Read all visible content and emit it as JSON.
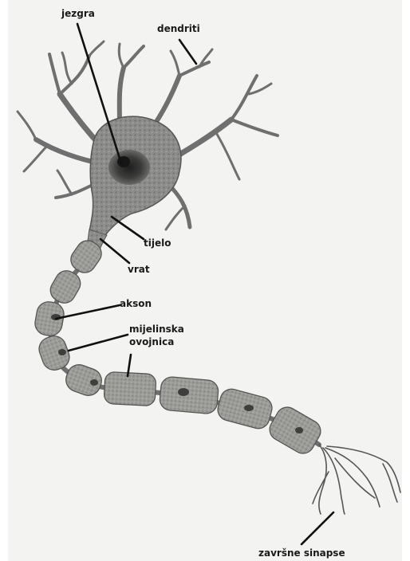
{
  "labels": {
    "nucleus": "jezgra",
    "dendrites": "dendriti",
    "cell_body": "tijelo",
    "neck": "vrat",
    "axon": "akson",
    "myelin_line1": "mijelinska",
    "myelin_line2": "ovojnica",
    "synapses": "završne sinapse"
  },
  "colors": {
    "background": "#ffffff",
    "paper": "#f3f3f1",
    "tissue": "#8a8a88",
    "tissue_dark": "#4a4a48",
    "myelin": "#9a9a96",
    "nucleus": "#2f2f2f",
    "leader": "#111111"
  }
}
